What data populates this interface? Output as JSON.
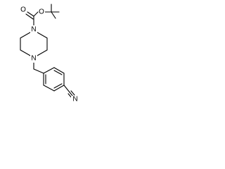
{
  "molecule": {
    "atoms": {
      "carbonyl_oxygen": "O",
      "ester_oxygen": "O",
      "piperazine_n1": "N",
      "piperazine_n4": "N",
      "nitrile_nitrogen": "N"
    }
  }
}
